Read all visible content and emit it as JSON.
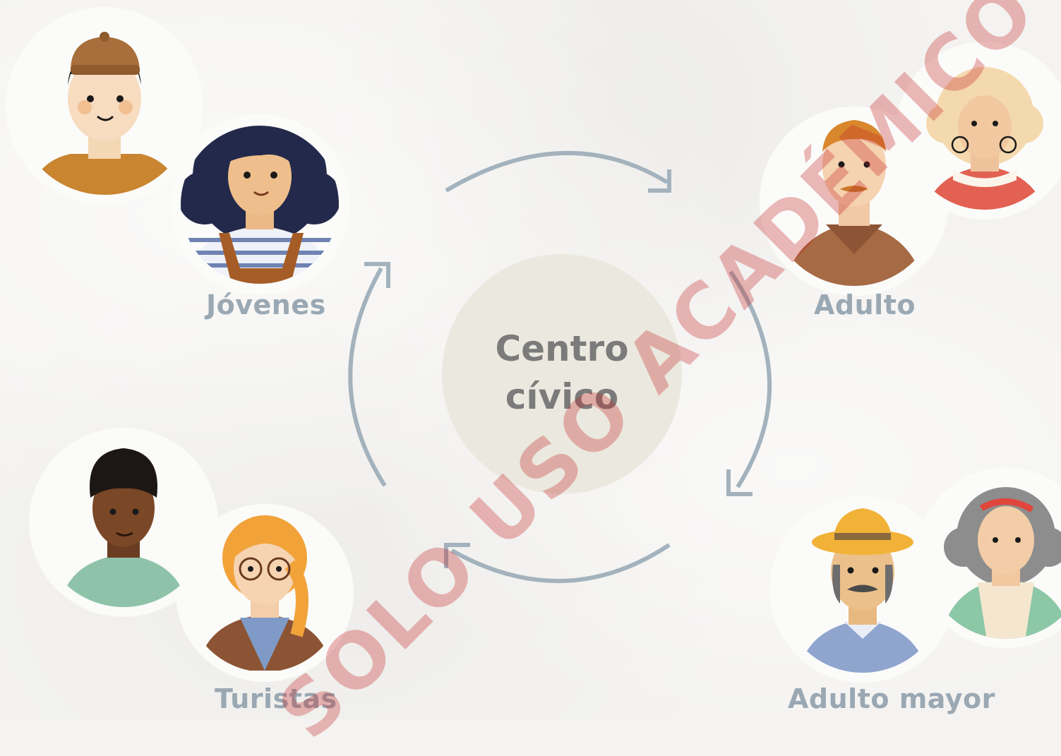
{
  "center": {
    "line1": "Centro",
    "line2": "cívico"
  },
  "groups": {
    "jovenes": "Jóvenes",
    "adulto": "Adulto",
    "turistas": "Turistas",
    "adulto_mayor": "Adulto mayor"
  },
  "watermark": "SOLO USO ACADÉMICO",
  "colors": {
    "background": "#f4f3f1",
    "center_circle": "#ebe9df",
    "arrow": "#a3b2bd",
    "label": "#9aa8b3",
    "center_text": "#7b7b7b",
    "watermark": "#c32828"
  },
  "avatar_icons": [
    "boy-beanie-icon",
    "girl-curly-hair-icon",
    "man-mustache-icon",
    "elderly-woman-icon",
    "man-afro-icon",
    "girl-glasses-icon",
    "elderly-man-hat-icon",
    "elderly-woman-headband-icon"
  ]
}
